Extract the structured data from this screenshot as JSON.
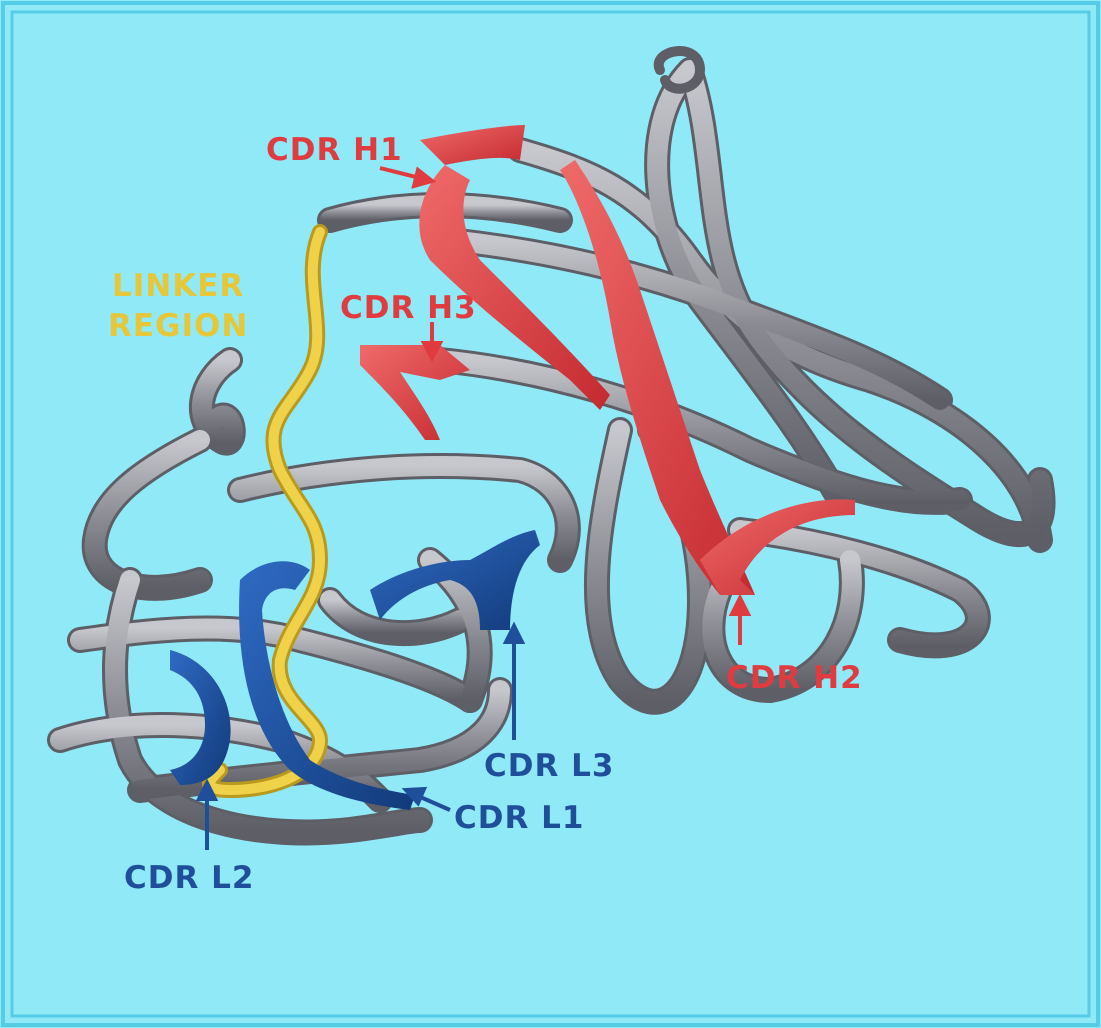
{
  "colors": {
    "background": "#8fe9f7",
    "frame": "#56cce6",
    "ribbon_gray": "#8e8f96",
    "ribbon_dark": "#5d5e66",
    "heavy_cdr": "#e03c40",
    "light_cdr": "#1f4f9a",
    "linker": "#e6c73a"
  },
  "labels": {
    "cdr_h1": "CDR H1",
    "cdr_h2": "CDR H2",
    "cdr_h3": "CDR H3",
    "cdr_l1": "CDR L1",
    "cdr_l2": "CDR L2",
    "cdr_l3": "CDR L3",
    "linker_line1": "LINKER",
    "linker_line2": "REGION"
  }
}
